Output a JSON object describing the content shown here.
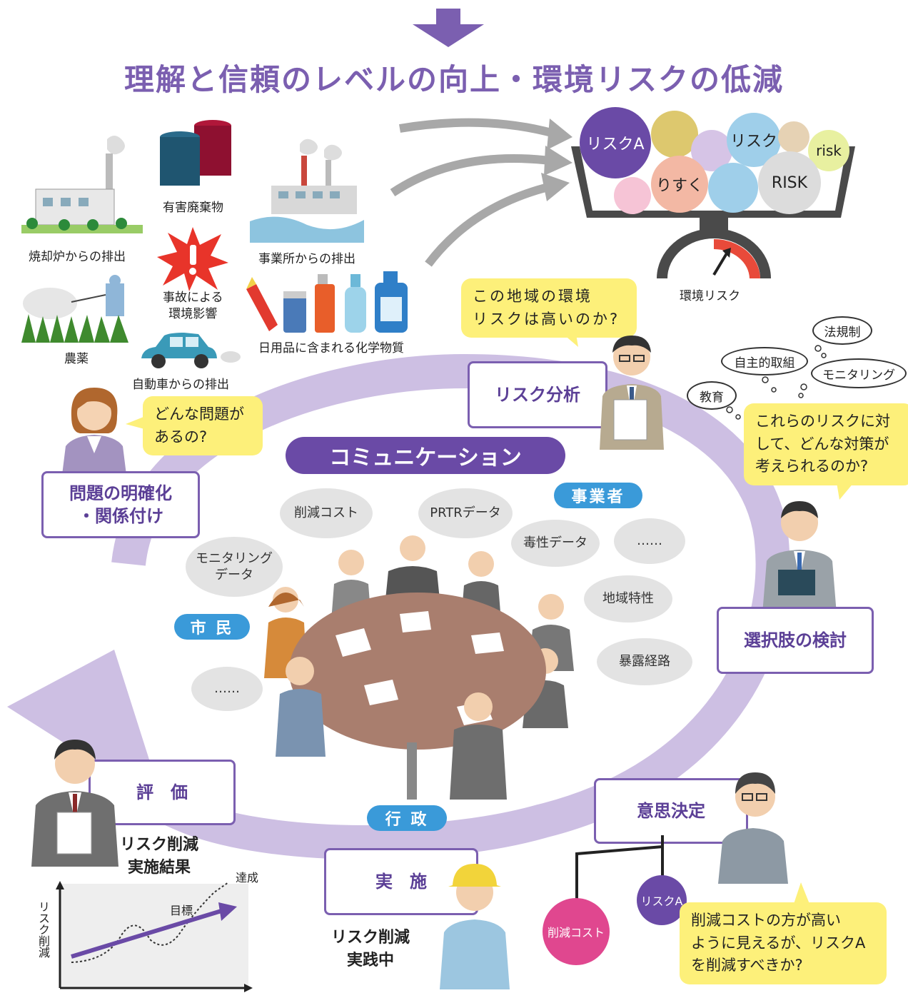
{
  "title": "理解と信頼のレベルの向上・環境リスクの低減",
  "sources": {
    "incinerator": "焼却炉からの排出",
    "hazardous_waste": "有害廃棄物",
    "factory": "事業所からの排出",
    "accident": "事故による\n環境影響",
    "pesticide": "農薬",
    "car": "自動車からの排出",
    "household": "日用品に含まれる化学物質"
  },
  "scale": {
    "balls": [
      "リスクA",
      "リスク",
      "risk",
      "りすく",
      "RISK"
    ],
    "label": "環境リスク"
  },
  "stages": {
    "risk_analysis": "リスク分析",
    "problem": "問題の明確化\n・関係付け",
    "options": "選択肢の検討",
    "decision": "意思決定",
    "implementation": "実　施",
    "evaluation": "評　価"
  },
  "bubbles": {
    "analyst_question": "この地域の環境\nリスクは高いのか?",
    "woman_question": "どんな問題が\nあるの?",
    "options_question": "これらのリスクに対\nして、どんな対策が\n考えられるのか?",
    "decision_question": "削減コストの方が高い\nように見えるが、リスクA\nを削減すべきか?"
  },
  "thoughts": [
    "法規制",
    "自主的取組",
    "モニタリング",
    "教育"
  ],
  "communication": {
    "title": "コミュニケーション",
    "roles": [
      "事業者",
      "市 民",
      "行 政"
    ],
    "topics": [
      "削減コスト",
      "PRTRデータ",
      "毒性データ",
      "……",
      "モニタリング\nデータ",
      "地域特性",
      "暴露経路",
      "……"
    ]
  },
  "decision_tree": [
    "削減コスト",
    "リスクA"
  ],
  "captions": {
    "in_practice": "リスク削減\n実践中",
    "result": "リスク削減\n実施結果"
  },
  "graph": {
    "ylabel": "リスク削減",
    "target": "目標",
    "achieved": "達成"
  }
}
